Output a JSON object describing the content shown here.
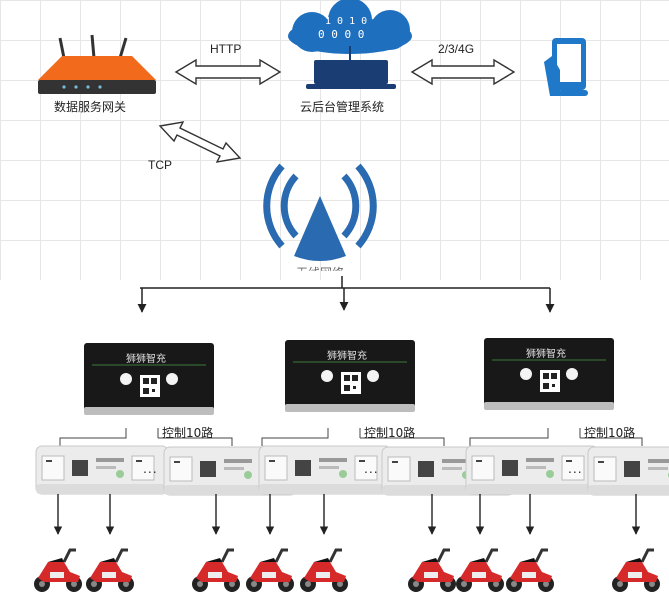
{
  "nodes": {
    "gateway_label": "数据服务网关",
    "cloud_label": "云后台管理系统",
    "wifi_label": "无线网络"
  },
  "links": {
    "http": "HTTP",
    "mobile": "2/3/4G",
    "tcp": "TCP"
  },
  "device": {
    "brand": "狮狮智充"
  },
  "groups": [
    {
      "control_label": "控制10路"
    },
    {
      "control_label": "控制10路"
    },
    {
      "control_label": "控制10路"
    }
  ],
  "ellipsis": "...",
  "colors": {
    "router_orange": "#f26b1d",
    "cloud_blue": "#1f6fbf",
    "signal_blue": "#2a6ab0",
    "scooter_red": "#d62a2a"
  }
}
